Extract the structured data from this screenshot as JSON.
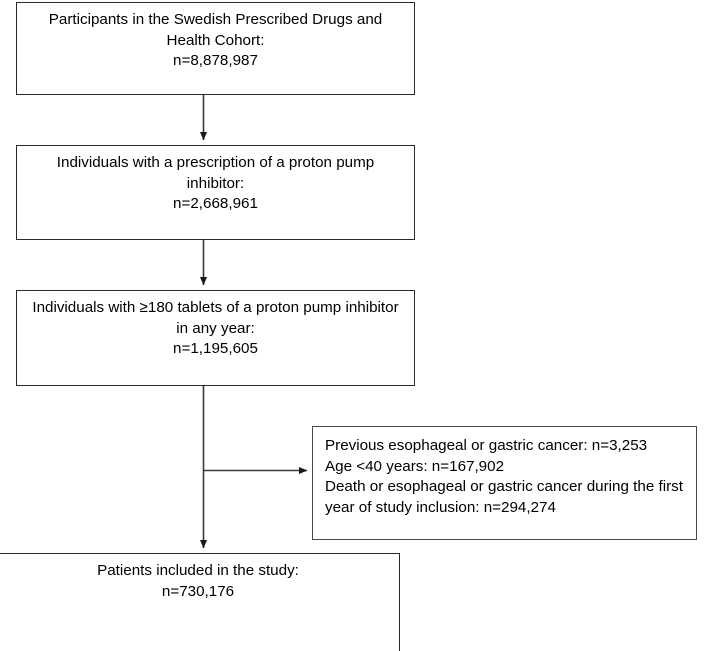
{
  "diagram": {
    "title": "Study participant flow diagram",
    "type": "flowchart",
    "orientation": "vertical",
    "line_color": "#2b2b2b",
    "box_fill": "#ffffff",
    "text_color": "#000000"
  },
  "nodes": {
    "cohort": {
      "label": "Participants in the Swedish Prescribed Drugs and Health Cohort:\nn=8,878,987",
      "count": "n=8,878,987"
    },
    "ppi_prescription": {
      "label": "Individuals with a prescription of a proton pump inhibitor:\nn=2,668,961",
      "count": "n=2,668,961"
    },
    "ppi_180_tablets": {
      "label": "Individuals with ≥180 tablets of a proton pump inhibitor in any year:\nn=1,195,605",
      "count": "n=1,195,605"
    },
    "exclusions": {
      "label": "Previous esophageal or gastric cancer: n=3,253\nAge <40 years: n=167,902\nDeath or esophageal or gastric cancer during the first year of study inclusion: n=294,274",
      "items": [
        "Previous esophageal or gastric cancer: n=3,253",
        "Age <40 years: n=167,902",
        "Death or esophageal or gastric cancer during the first year of study inclusion: n=294,274"
      ]
    },
    "included": {
      "label": "Patients included in the study:\nn=730,176",
      "count": "n=730,176"
    }
  },
  "connectors": [
    {
      "name": "cohort-to-prescription",
      "kind": "arrow-down"
    },
    {
      "name": "prescription-to-180-tablets",
      "kind": "arrow-down"
    },
    {
      "name": "180-tablets-to-included",
      "kind": "arrow-down"
    },
    {
      "name": "180-tablets-to-exclusions",
      "kind": "arrow-right"
    }
  ]
}
